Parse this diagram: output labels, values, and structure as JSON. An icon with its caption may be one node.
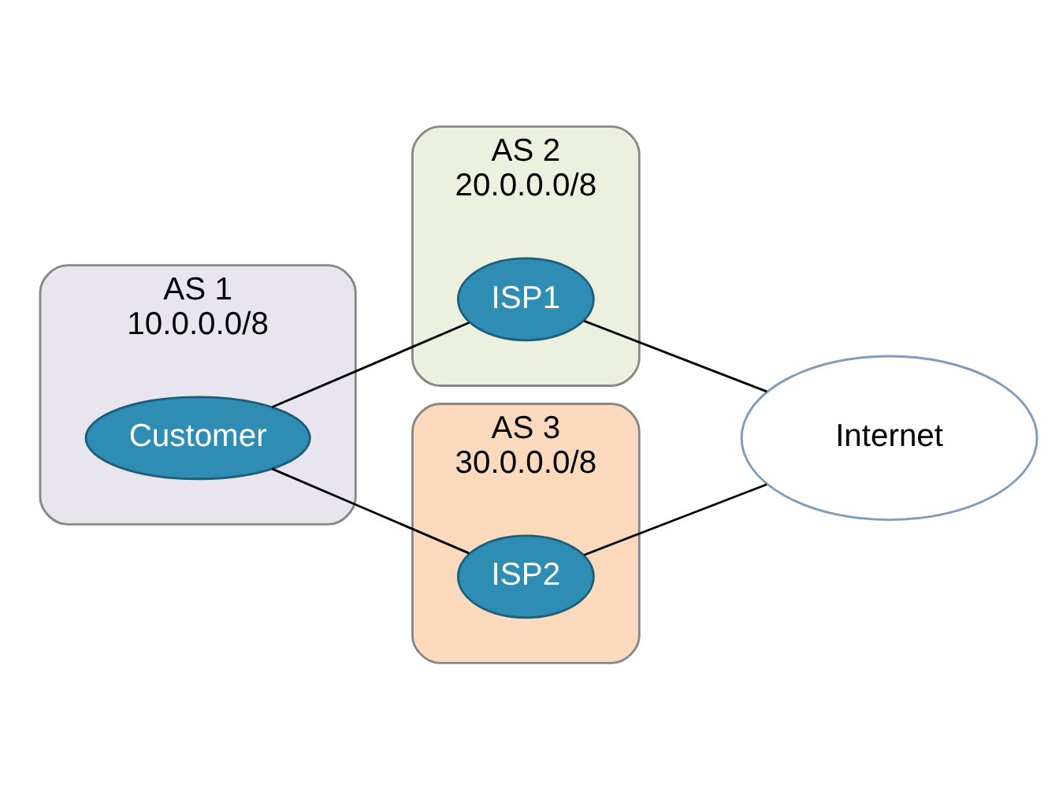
{
  "diagram": {
    "nodes": [
      {
        "text": [
          "AS 1",
          "10.0.0.0/8"
        ]
      },
      {
        "text": [
          "Customer"
        ],
        "in": 0
      },
      {
        "text": [
          "AS 2",
          "20.0.0.0/8"
        ]
      },
      {
        "text": [
          "ISP1"
        ],
        "in": 2
      },
      {
        "text": [
          "AS 3",
          "30.0.0.0/8"
        ]
      },
      {
        "text": [
          "ISP2"
        ],
        "in": 4
      },
      {
        "text": [
          "Internet"
        ]
      }
    ],
    "edges": [
      {
        "from": 1,
        "to": 3,
        "arrow": "none"
      },
      {
        "from": 1,
        "to": 5,
        "arrow": "none"
      },
      {
        "from": 3,
        "to": 6,
        "arrow": "none"
      },
      {
        "from": 5,
        "to": 6,
        "arrow": "none"
      }
    ]
  }
}
